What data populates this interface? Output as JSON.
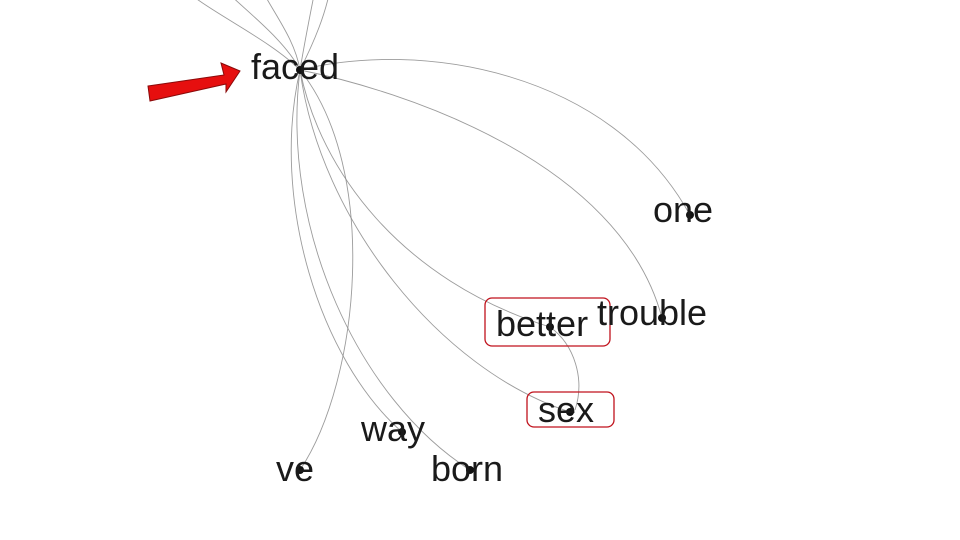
{
  "nodes": [
    {
      "id": "faced",
      "label": "faced",
      "highlighted": false
    },
    {
      "id": "one",
      "label": "one",
      "highlighted": false
    },
    {
      "id": "better",
      "label": "better",
      "highlighted": true
    },
    {
      "id": "trouble",
      "label": "trouble",
      "highlighted": false
    },
    {
      "id": "sex",
      "label": "sex",
      "highlighted": true
    },
    {
      "id": "way",
      "label": "way",
      "highlighted": false
    },
    {
      "id": "ve",
      "label": "ve",
      "highlighted": false
    },
    {
      "id": "born",
      "label": "born",
      "highlighted": false
    }
  ],
  "edges": [
    {
      "from": "faced",
      "to": "one"
    },
    {
      "from": "faced",
      "to": "trouble"
    },
    {
      "from": "faced",
      "to": "better"
    },
    {
      "from": "faced",
      "to": "sex"
    },
    {
      "from": "faced",
      "to": "way"
    },
    {
      "from": "faced",
      "to": "ve"
    },
    {
      "from": "faced",
      "to": "born"
    },
    {
      "from": "better",
      "to": "sex"
    }
  ],
  "pointer": {
    "target": "faced",
    "color": "#e60f0f"
  },
  "colors": {
    "edge": "#8a8a8a",
    "highlight": "#c0121c",
    "text": "#1a1a1a"
  }
}
